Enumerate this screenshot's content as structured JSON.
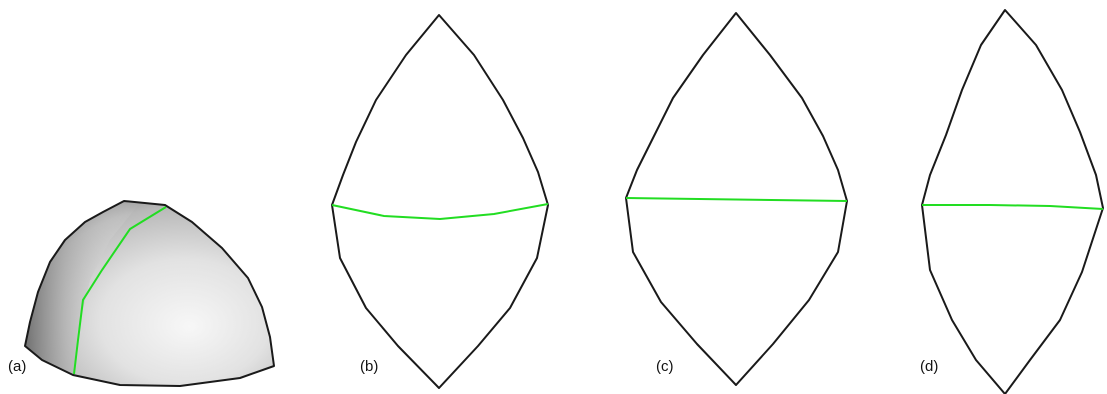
{
  "panels": [
    {
      "id": "a",
      "label": "(a)"
    },
    {
      "id": "b",
      "label": "(b)"
    },
    {
      "id": "c",
      "label": "(c)"
    },
    {
      "id": "d",
      "label": "(d)"
    }
  ],
  "colors": {
    "outline": "#1a1a1a",
    "cut_line": "#22dd22",
    "background": "#ffffff"
  }
}
